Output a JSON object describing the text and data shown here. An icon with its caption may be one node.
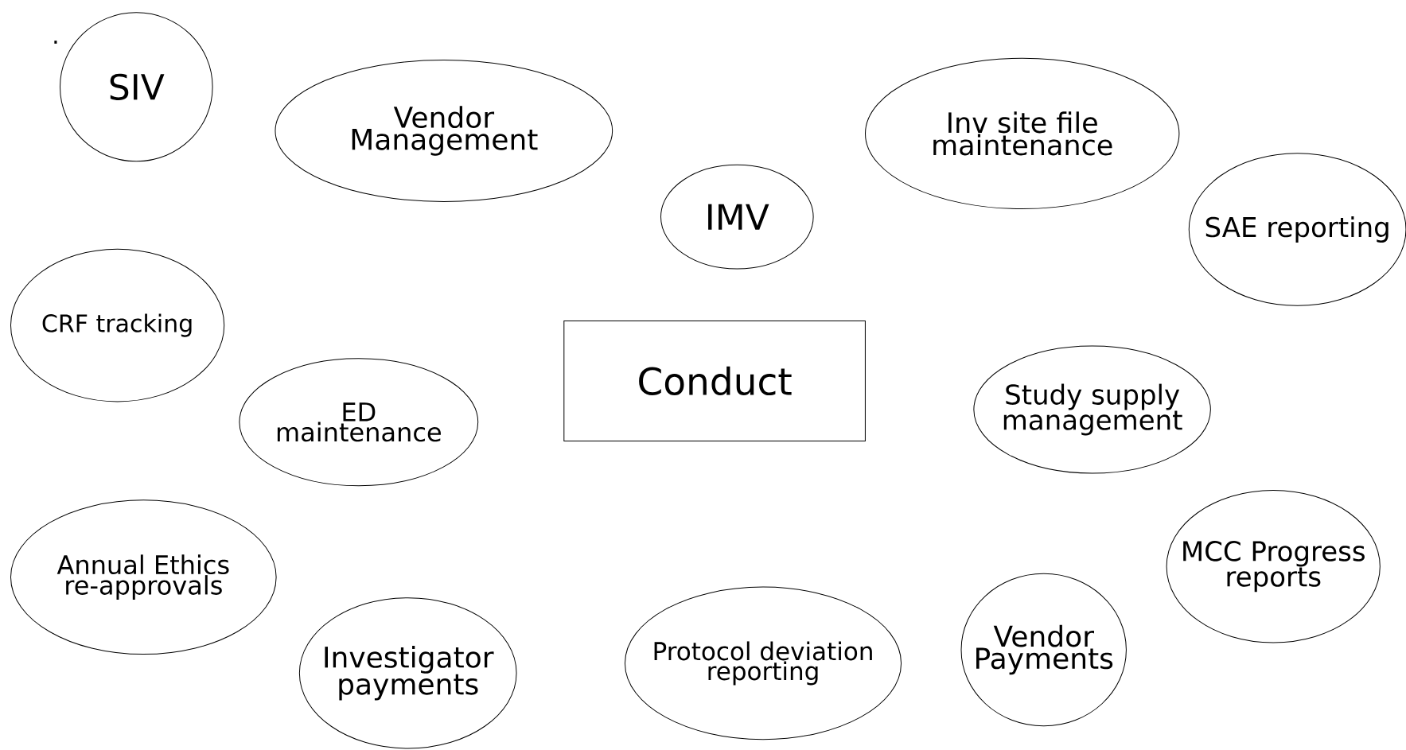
{
  "diagram": {
    "nodes": [
      {
        "text": [
          "SIV"
        ]
      },
      {
        "text": [
          "Vendor Management"
        ]
      },
      {
        "text": [
          "Inv site file maintenance"
        ]
      },
      {
        "text": [
          "IMV"
        ]
      },
      {
        "text": [
          "SAE reporting"
        ]
      },
      {
        "text": [
          "CRF tracking"
        ]
      },
      {
        "text": [
          "Conduct"
        ]
      },
      {
        "text": [
          "Study supply management"
        ]
      },
      {
        "text": [
          "ED maintenance"
        ]
      },
      {
        "text": [
          "Annual Ethics re-approvals"
        ]
      },
      {
        "text": [
          "MCC Progress reports"
        ]
      },
      {
        "text": [
          "Protocol deviation reporting"
        ]
      },
      {
        "text": [
          "Vendor Payments"
        ]
      },
      {
        "text": [
          "Investigator payments"
        ]
      }
    ],
    "edges": [],
    "labels": [
      "."
    ]
  }
}
